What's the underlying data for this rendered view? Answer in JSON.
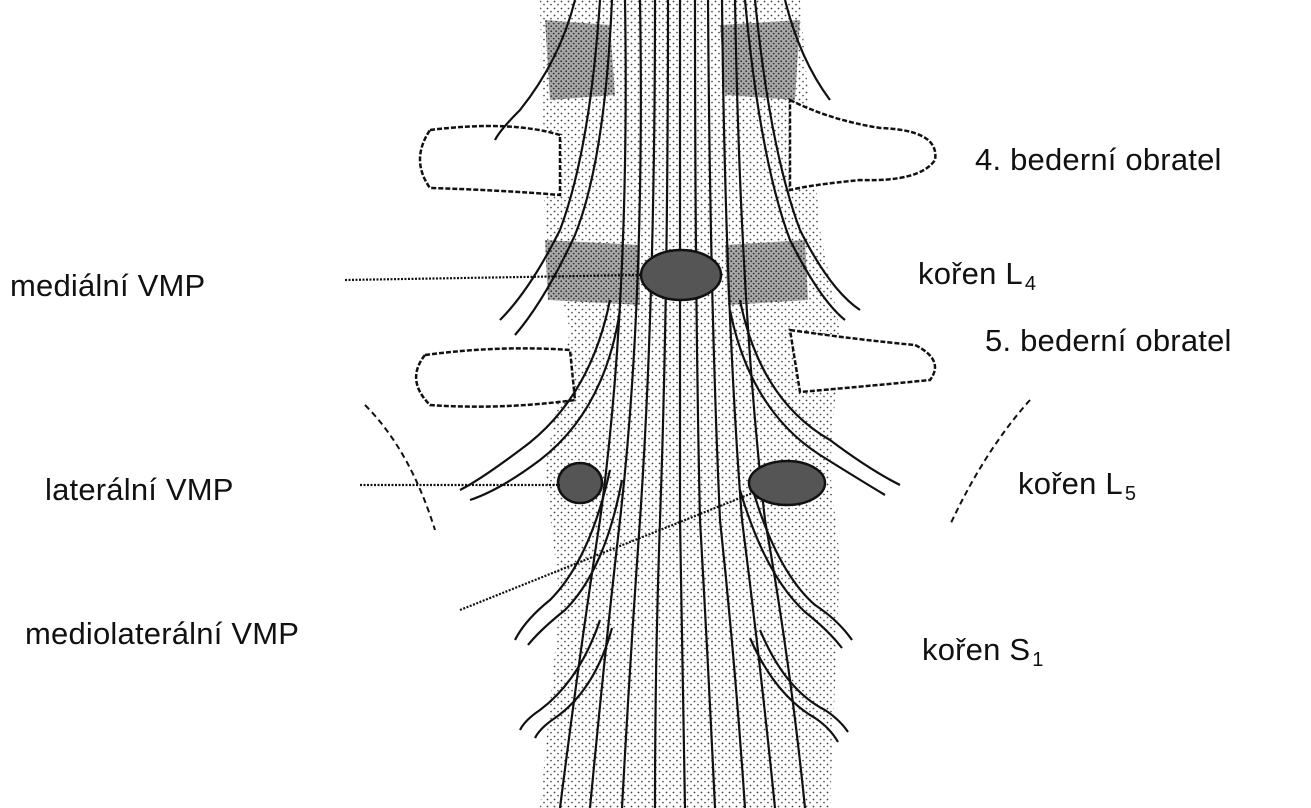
{
  "labels_left": {
    "medial": "mediální VMP",
    "lateral": "laterální VMP",
    "mediolateral": "mediolaterální VMP"
  },
  "labels_right": {
    "vertebra4": "4. bederní obratel",
    "vertebra5": "5. bederní obratel",
    "root_l4": {
      "prefix": "kořen L",
      "sub": "4"
    },
    "root_l5": {
      "prefix": "kořen L",
      "sub": "5"
    },
    "root_s1": {
      "prefix": "kořen S",
      "sub": "1"
    }
  },
  "colors": {
    "ink": "#111111",
    "herniation": "#555555",
    "bone_shade": "#9a9a9a",
    "paper": "#ffffff"
  }
}
